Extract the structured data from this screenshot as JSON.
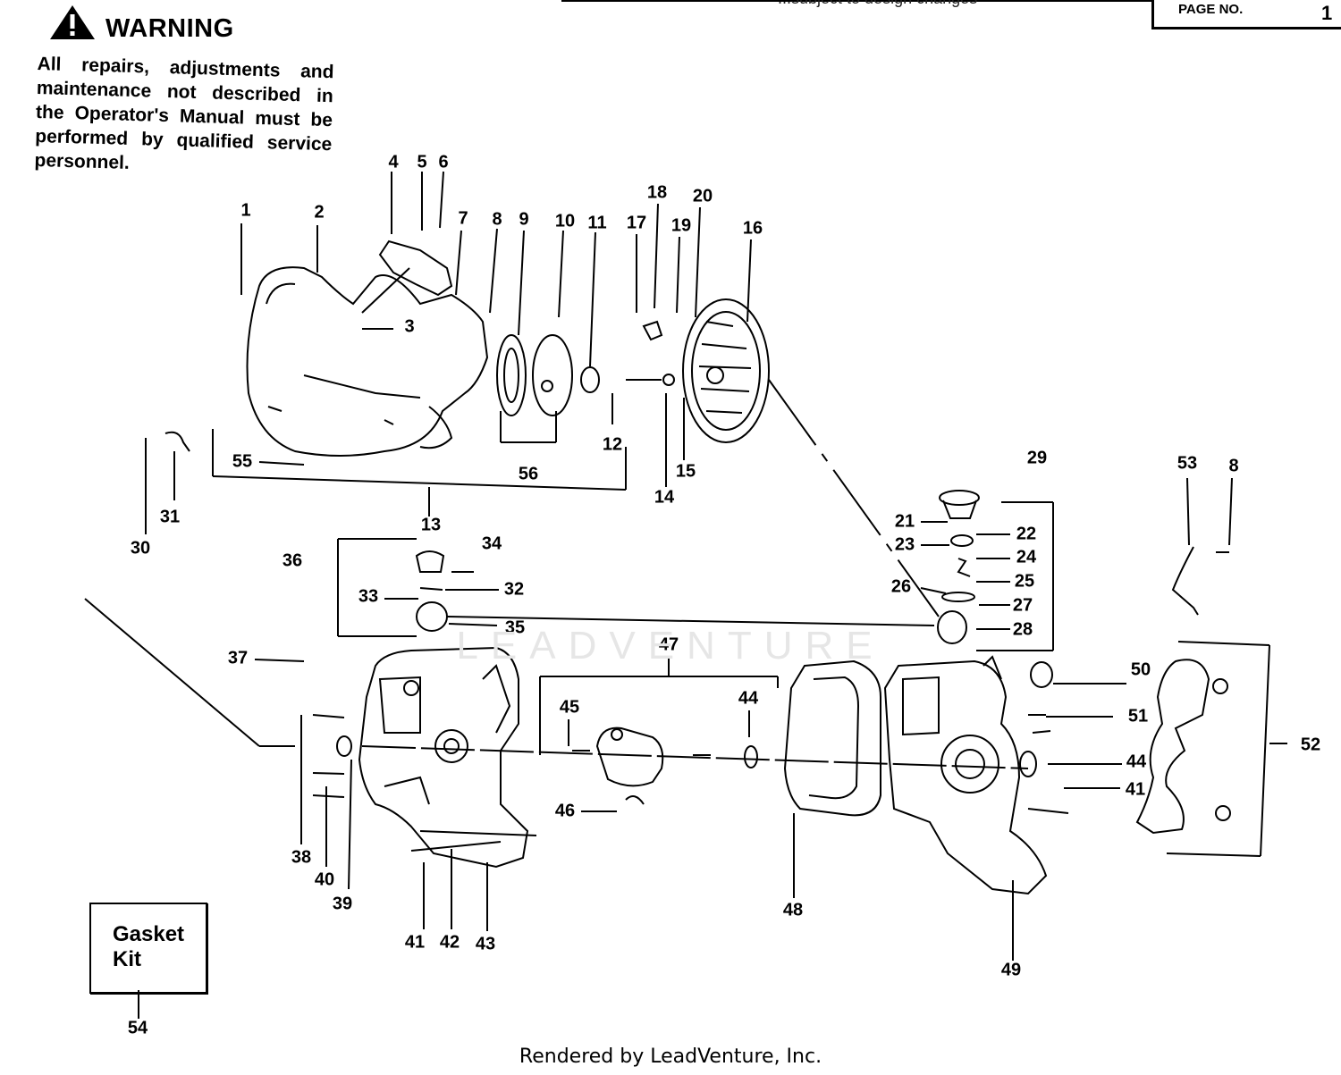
{
  "header": {
    "partial_text": "...subject to design changes",
    "page_label": "PAGE NO.",
    "page_number": "1"
  },
  "warning": {
    "title": "WARNING",
    "text": "All repairs, adjustments and maintenance not described in the Operator's Manual must be performed by qualified service personnel."
  },
  "gasket_kit": {
    "label": "Gasket Kit",
    "number": "54"
  },
  "watermark": "LEADVENTURE",
  "footer": "Rendered by LeadVenture, Inc.",
  "callouts": [
    "1",
    "2",
    "3",
    "4",
    "5",
    "6",
    "7",
    "8",
    "9",
    "10",
    "11",
    "12",
    "13",
    "14",
    "15",
    "16",
    "17",
    "18",
    "19",
    "20",
    "21",
    "22",
    "23",
    "24",
    "25",
    "26",
    "27",
    "28",
    "29",
    "30",
    "31",
    "32",
    "33",
    "34",
    "35",
    "36",
    "37",
    "38",
    "39",
    "40",
    "41",
    "42",
    "43",
    "44",
    "45",
    "46",
    "47",
    "48",
    "49",
    "50",
    "51",
    "52",
    "53",
    "8",
    "41",
    "44"
  ]
}
